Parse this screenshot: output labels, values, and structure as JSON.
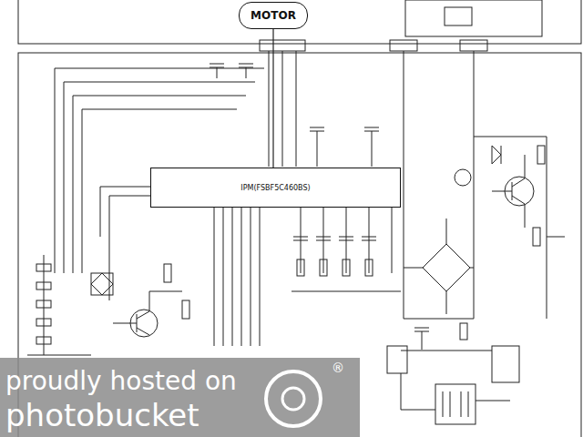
{
  "diagram": {
    "nodes": [
      {
        "text": [
          "MOTOR"
        ]
      },
      {
        "text": [
          "IPM(FSBF5C460BS)"
        ]
      }
    ],
    "edges": [
      {
        "from": 0,
        "to": 1,
        "arrow": "none"
      }
    ],
    "labels": [
      "proudly hosted on",
      "photobucket",
      "®"
    ]
  }
}
